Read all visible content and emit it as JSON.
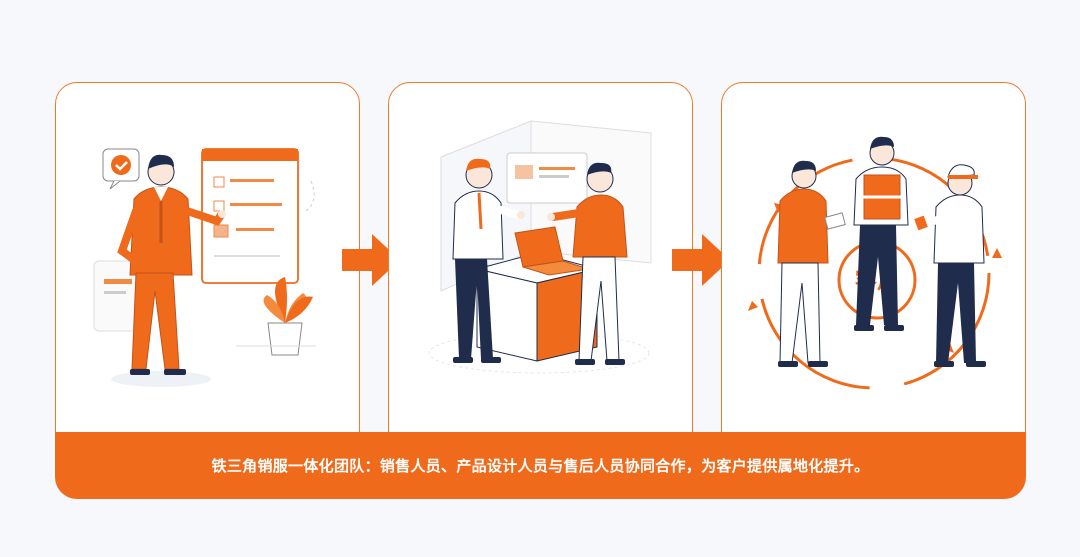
{
  "customer_badge": "客户",
  "caption": "铁三角销服一体化团队：销售人员、产品设计人员与售后人员协同合作，为客户提供属地化提升。",
  "colors": {
    "accent": "#f06a1c",
    "navy": "#1f2c4c",
    "panel_border": "#ee7a2a"
  },
  "panels": [
    {
      "icons": [
        "salesperson",
        "presentation-board",
        "checkmark-bubble-icon",
        "plant"
      ]
    },
    {
      "icons": [
        "designer",
        "laptop",
        "desk",
        "consultant"
      ]
    },
    {
      "icons": [
        "customer-circle",
        "engineer",
        "service-worker",
        "supervisor"
      ]
    }
  ],
  "arrows": [
    "arrow-right-icon",
    "arrow-right-icon"
  ]
}
